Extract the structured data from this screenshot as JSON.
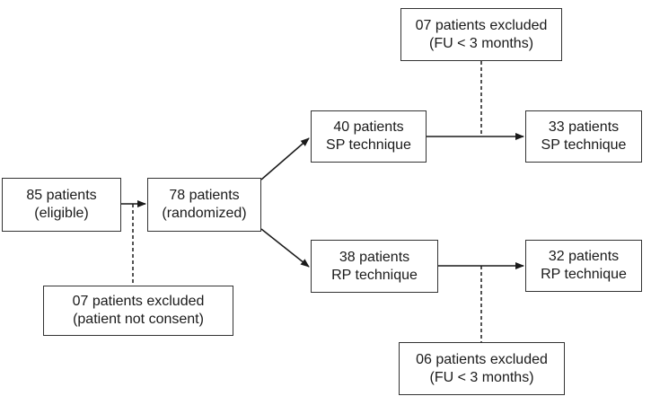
{
  "flow": {
    "eligible": {
      "line1": "85 patients",
      "line2": "(eligible)"
    },
    "randomized": {
      "line1": "78 patients",
      "line2": "(randomized)"
    },
    "sp_arm": {
      "line1": "40 patients",
      "line2": "SP technique"
    },
    "rp_arm": {
      "line1": "38 patients",
      "line2": "RP technique"
    },
    "sp_final": {
      "line1": "33 patients",
      "line2": "SP technique"
    },
    "rp_final": {
      "line1": "32 patients",
      "line2": "RP technique"
    },
    "excluded_consent": {
      "line1": "07 patients excluded",
      "line2": "(patient not consent)"
    },
    "excluded_sp": {
      "line1": "07 patients excluded",
      "line2": "(FU < 3 months)"
    },
    "excluded_rp": {
      "line1": "06 patients excluded",
      "line2": "(FU < 3 months)"
    }
  },
  "colors": {
    "line": "#1a1a1a",
    "border": "#333333"
  }
}
